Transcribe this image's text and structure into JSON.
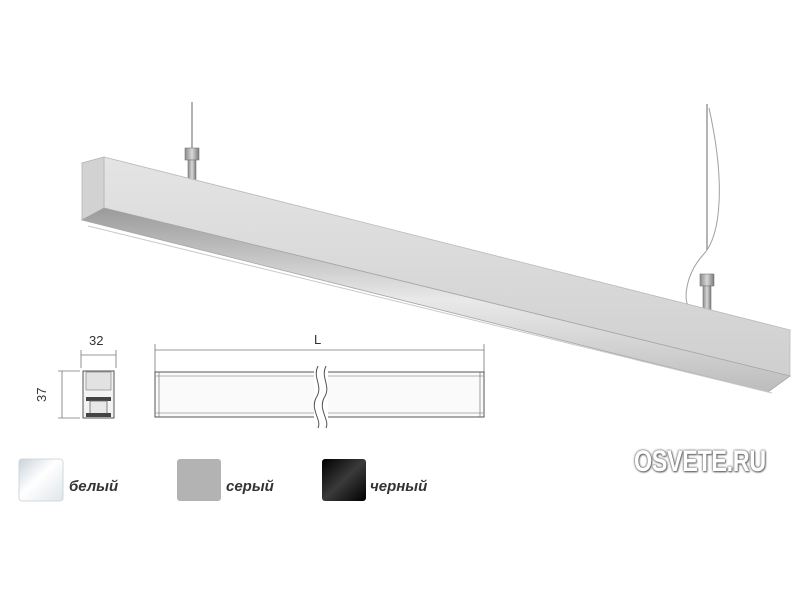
{
  "dimensions": {
    "width_label": "32",
    "height_label": "37",
    "length_label": "L"
  },
  "colors": [
    {
      "label": "белый",
      "hex": "#eef2f5"
    },
    {
      "label": "серый",
      "hex": "#b3b3b3"
    },
    {
      "label": "черный",
      "hex": "#111111"
    }
  ],
  "brand": {
    "text": "OSVETE.RU"
  }
}
